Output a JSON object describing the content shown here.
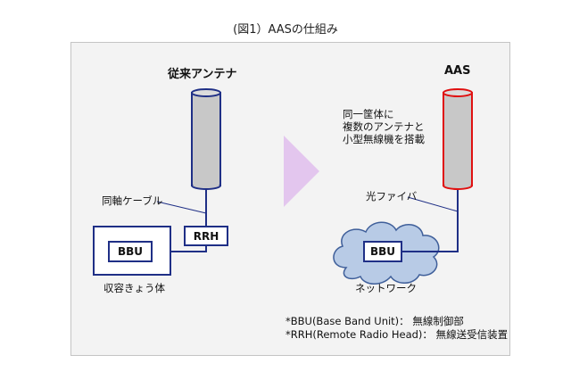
{
  "figure": {
    "title": "(図1）AASの仕組み"
  },
  "left": {
    "heading": "従来アンテナ",
    "cable_label": "同軸ケーブル",
    "rrh_label": "RRH",
    "bbu_label": "BBU",
    "enclosure_label": "収容きょう体"
  },
  "right": {
    "heading": "AAS",
    "antenna_note": "同一筐体に\n複数のアンテナと\n小型無線機を搭載",
    "fiber_label": "光ファイバ",
    "bbu_label": "BBU",
    "network_label": "ネットワーク"
  },
  "notes": {
    "bbu": "*BBU(Base Band Unit)： 無線制御部",
    "rrh": "*RRH(Remote Radio Head)： 無線送受信装置"
  },
  "colors": {
    "legacy_antenna_border": "#1f2f86",
    "aas_antenna_border": "#e01010",
    "antenna_fill": "#c8c8c8",
    "line": "#1f2f86",
    "cloud_fill": "#b8cbe6",
    "cloud_border": "#3f5f9a",
    "arrow": "#e3c6ee"
  }
}
